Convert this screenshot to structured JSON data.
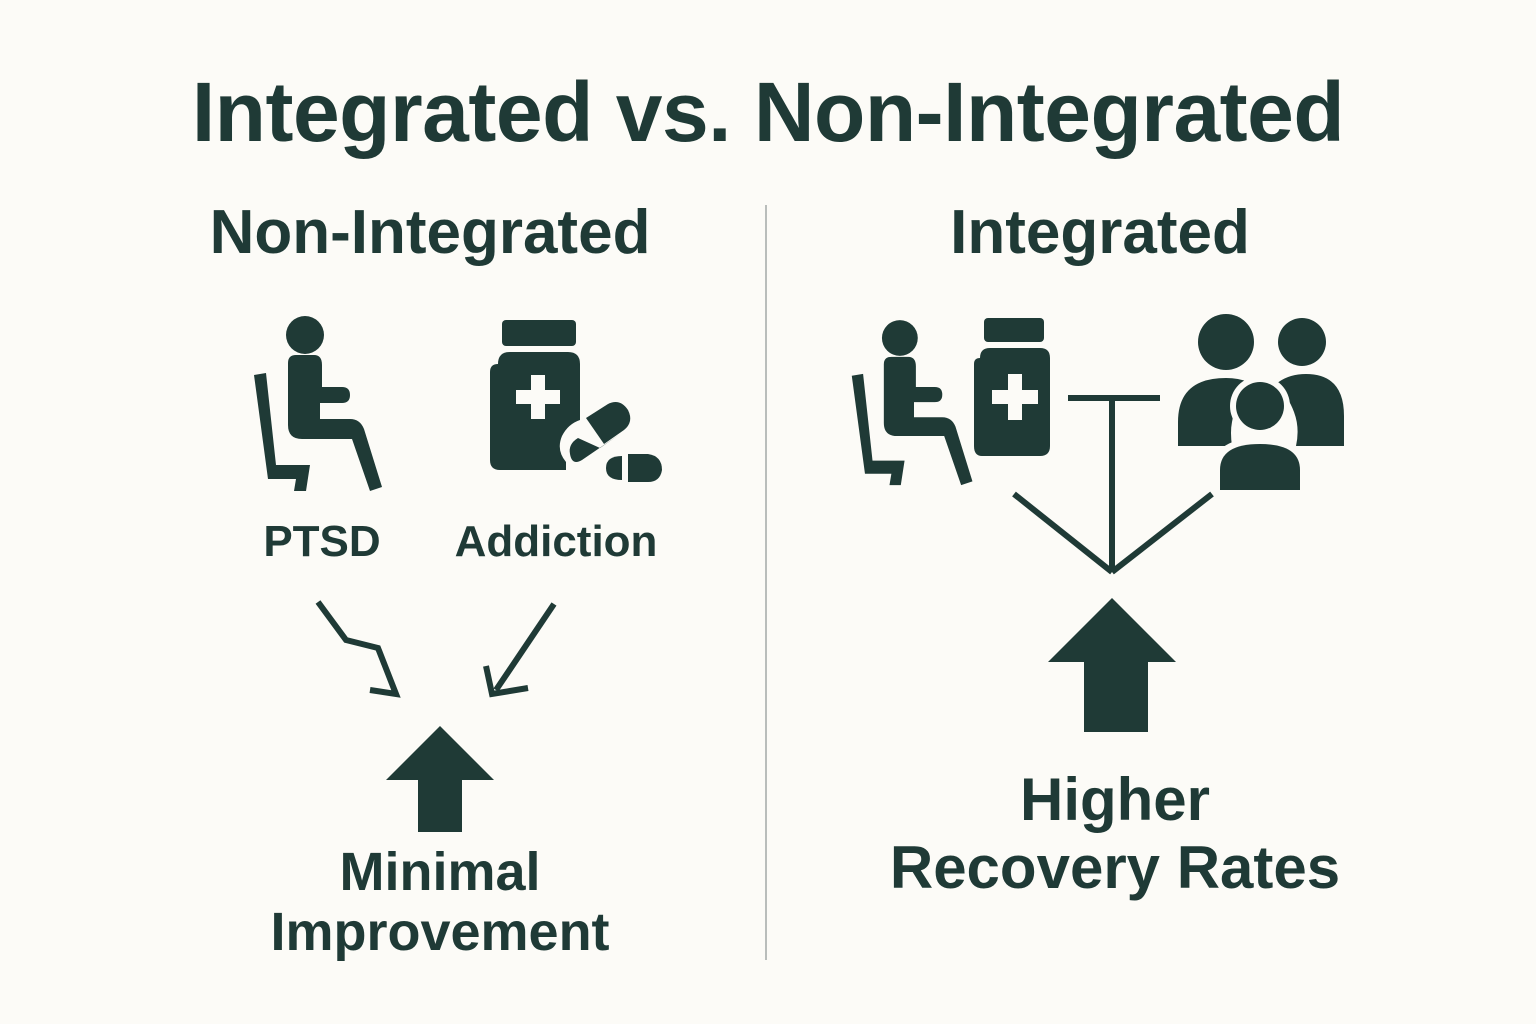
{
  "title": "Integrated vs. Non-Integrated",
  "left": {
    "heading": "Non-Integrated",
    "items": [
      {
        "label": "PTSD",
        "icon": "seated-person-icon"
      },
      {
        "label": "Addiction",
        "icon": "medicine-bottle-pills-icon"
      }
    ],
    "result_line1": "Minimal",
    "result_line2": "Improvement"
  },
  "right": {
    "heading": "Integrated",
    "icons": [
      "seated-person-icon",
      "medicine-bottle-icon",
      "group-icon"
    ],
    "result_line1": "Higher",
    "result_line2": "Recovery Rates"
  },
  "colors": {
    "ink": "#1f3a36",
    "background": "#fcfbf7",
    "divider": "#b9bdbb"
  }
}
